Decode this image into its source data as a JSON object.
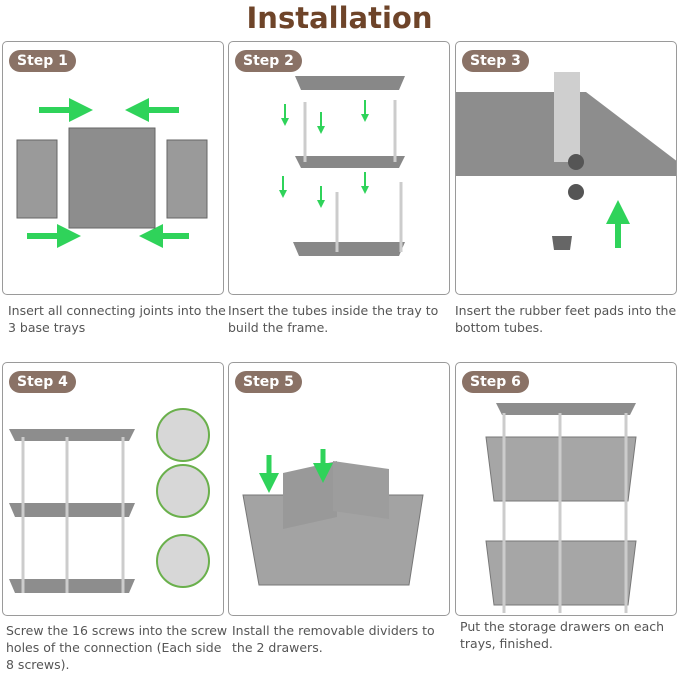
{
  "title": "Installation",
  "accent_colors": {
    "title": "#6e4429",
    "pill": "#8a7266",
    "arrow": "#2fd35a",
    "metal": "#8d8d8d"
  },
  "steps": [
    {
      "label": "Step 1",
      "caption": "Insert all connecting joints into the 3 base trays"
    },
    {
      "label": "Step 2",
      "caption": "Insert the tubes inside the tray to build the frame."
    },
    {
      "label": "Step 3",
      "caption": "Insert the rubber feet pads into the bottom tubes."
    },
    {
      "label": "Step 4",
      "caption": "Screw the 16 screws into the screw holes of the connection (Each side 8 screws)."
    },
    {
      "label": "Step 5",
      "caption": "Install the removable dividers to the 2 drawers."
    },
    {
      "label": "Step 6",
      "caption": "Put the storage drawers on each trays, finished."
    }
  ]
}
